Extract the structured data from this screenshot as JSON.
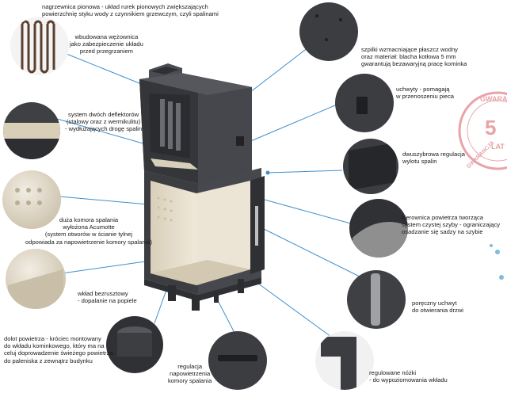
{
  "labels": {
    "heat_exchanger": "nagrzewnica pionowa - układ rurek pionowych zwiększających\npowierzchnię styku wody z czynnikiem grzewczym, czyli spalinami",
    "coil": "wbudowana wężownica\njako zabezpieczenie układu\nprzed przegrzaniem",
    "deflectors": "system dwóch deflektorów\n(stalowy oraz z wermikulitu)\n- wydłużających drogę spalin",
    "combustion_chamber": "duża komora spalania\nwyłożona Acumotte\n(system otworów w ścianie tylnej\nodpowiada za napowietrzenie komory spalania)",
    "grateless_insert": "wkład bezrusztowy\n- dopalanie na popiele",
    "air_inlet": "dolot powietrza - króciec montowany\ndo wkładu kominkowego, który ma na\nceluj doprowadzenie świeżego powietrza\ndo paleniska z zewnątrz budynku",
    "air_regulation": "regulacja\nnapowietrzenia\nkomory spalania",
    "feet": "regulowane nóżki\n- do wypoziomowania wkładu",
    "handle": "poręczny uchwyt\ndo otwierania drzwi",
    "air_guide": "kierownica powietrza tworząca\nsystem czystej szyby - ograniczający\nosadzanie się sadzy na szybie",
    "flue_regulation": "dwuszybrowa regulacja\nwylotu spalin",
    "carry_handles": "uchwyty - pomagają\nw przenoszeniu pieca",
    "pins": "szpilki wzmacniające płaszcz wodny\noraz materiał: blacha kotłowa 5 mm\ngwarantują  bezawaryjną pracę kominka"
  },
  "stamp": {
    "top": "GWARA",
    "bottom": "GWARANCJA",
    "number": "5",
    "years": "LAT"
  },
  "colors": {
    "callout_line": "#3f8fcd",
    "steel": "#3b3d41",
    "steel_light": "#5a5c61",
    "liner": "#e4dccb",
    "stamp": "#e9a3a8"
  }
}
